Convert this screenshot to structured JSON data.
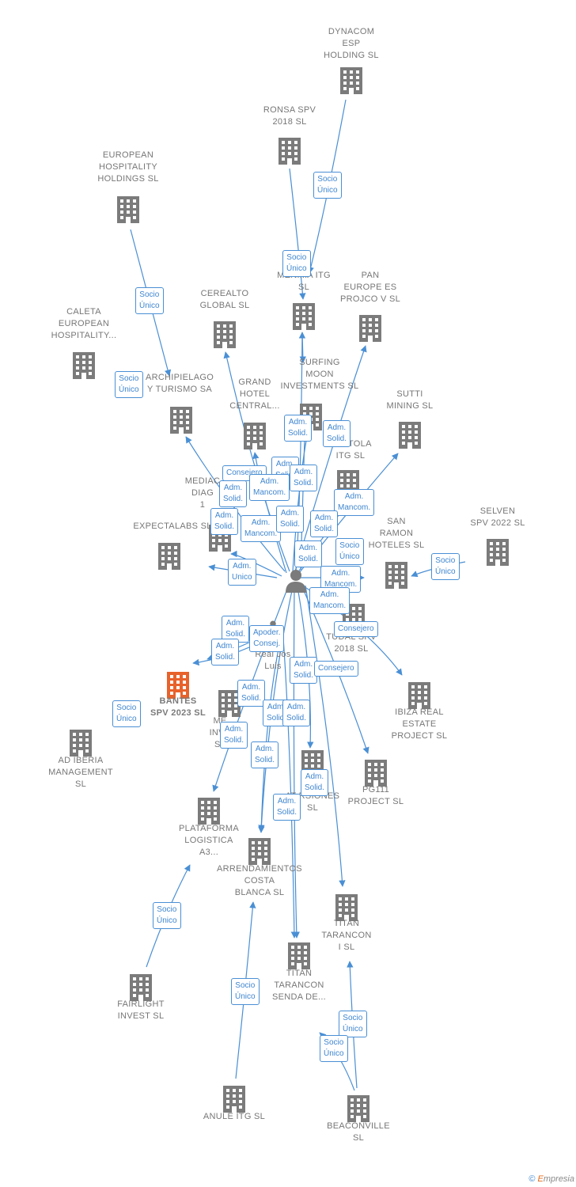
{
  "colors": {
    "edge": "#4a8fd4",
    "building": "#7b7b7b",
    "focus": "#e8622b",
    "text": "#777777"
  },
  "nodes": [
    {
      "id": "dynacom",
      "label": "DYNACOM ESP HOLDING  SL",
      "lines": [
        "DYNACOM",
        "ESP",
        "HOLDING  SL"
      ],
      "icon": "building-icon"
    },
    {
      "id": "ronsa",
      "label": "RONSA SPV 2018  SL",
      "lines": [
        "RONSA SPV",
        "2018  SL"
      ],
      "icon": "building-icon"
    },
    {
      "id": "european",
      "label": "EUROPEAN HOSPITALITY HOLDINGS  SL",
      "lines": [
        "EUROPEAN",
        "HOSPITALITY",
        "HOLDINGS  SL"
      ],
      "icon": "building-icon"
    },
    {
      "id": "menima",
      "label": "MENIMA ITG SL",
      "lines": [
        "MENIMA ITG",
        "SL"
      ],
      "icon": "building-icon"
    },
    {
      "id": "pan",
      "label": "PAN EUROPE ES PROJCO V SL",
      "lines": [
        "PAN",
        "EUROPE ES",
        "PROJCO V SL"
      ],
      "icon": "building-icon"
    },
    {
      "id": "caleta",
      "label": "CALETA EUROPEAN HOSPITALITY...",
      "lines": [
        "CALETA",
        "EUROPEAN",
        "HOSPITALITY..."
      ],
      "icon": "building-icon"
    },
    {
      "id": "cerealto",
      "label": "CEREALTO GLOBAL  SL",
      "lines": [
        "CEREALTO",
        "GLOBAL  SL"
      ],
      "icon": "building-icon"
    },
    {
      "id": "archipielago",
      "label": "ARCHIPIELAGO Y TURISMO SA",
      "lines": [
        "ARCHIPIELAGO",
        "Y TURISMO SA"
      ],
      "icon": "building-icon"
    },
    {
      "id": "grand",
      "label": "GRAND HOTEL CENTRAL...",
      "lines": [
        "GRAND",
        "HOTEL",
        "CENTRAL..."
      ],
      "icon": "building-icon"
    },
    {
      "id": "surfing",
      "label": "SURFING MOON INVESTMENTS SL",
      "lines": [
        "SURFING",
        "MOON",
        "INVESTMENTS SL"
      ],
      "icon": "building-icon"
    },
    {
      "id": "sutti",
      "label": "SUTTI MINING SL",
      "lines": [
        "SUTTI",
        "MINING SL"
      ],
      "icon": "building-icon"
    },
    {
      "id": "tortola",
      "label": "TORTOLA ITG  SL",
      "lines": [
        "TORTOLA",
        "ITG  SL"
      ],
      "icon": "building-icon"
    },
    {
      "id": "mediac",
      "label": "MEDIAC DIAG 1",
      "lines": [
        "MEDIAC",
        "DIAG",
        "1"
      ],
      "icon": "building-icon"
    },
    {
      "id": "expectalabs",
      "label": "EXPECTALABS SL",
      "lines": [
        "EXPECTALABS SL"
      ],
      "icon": "building-icon"
    },
    {
      "id": "sanramon",
      "label": "SAN RAMON HOTELES SL",
      "lines": [
        "SAN",
        "RAMON",
        "HOTELES SL"
      ],
      "icon": "building-icon"
    },
    {
      "id": "selven",
      "label": "SELVEN SPV 2022  SL",
      "lines": [
        "SELVEN",
        "SPV 2022  SL"
      ],
      "icon": "building-icon"
    },
    {
      "id": "tudal",
      "label": "TUDAL SPV 2018  SL",
      "lines": [
        "TUDAL SPV",
        "2018  SL"
      ],
      "icon": "building-icon"
    },
    {
      "id": "ibiza",
      "label": "IBIZA REAL ESTATE PROJECT  SL",
      "lines": [
        "IBIZA REAL",
        "ESTATE",
        "PROJECT  SL"
      ],
      "icon": "building-icon"
    },
    {
      "id": "bantes",
      "label": "BANTES SPV 2023  SL",
      "lines": [
        "BANTES",
        "SPV 2023  SL"
      ],
      "icon": "building-icon",
      "focus": true
    },
    {
      "id": "meinve",
      "label": "ME INVE SL",
      "lines": [
        "ME",
        "INVE",
        "SL"
      ],
      "icon": "building-icon"
    },
    {
      "id": "adiberia",
      "label": "AD IBERIA MANAGEMENT SL",
      "lines": [
        "AD IBERIA",
        "MANAGEMENT",
        "SL"
      ],
      "icon": "building-icon"
    },
    {
      "id": "pg111",
      "label": "PG111 PROJECT  SL",
      "lines": [
        "PG111",
        "PROJECT  SL"
      ],
      "icon": "building-icon"
    },
    {
      "id": "inversiones",
      "label": "ATINVERSIONES SL",
      "lines": [
        "AT     RSIONES",
        "SL"
      ],
      "icon": "building-icon"
    },
    {
      "id": "plataforma",
      "label": "PLATAFORMA LOGISTICA A3...",
      "lines": [
        "PLATAFORMA",
        "LOGISTICA",
        "A3..."
      ],
      "icon": "building-icon"
    },
    {
      "id": "arrendamientos",
      "label": "ARRENDAMIENTOS COSTA BLANCA SL",
      "lines": [
        "ARRENDAMIENTOS",
        "COSTA",
        "BLANCA SL"
      ],
      "icon": "building-icon"
    },
    {
      "id": "titani",
      "label": "TITAN TARANCON I  SL",
      "lines": [
        "TITAN",
        "TARANCON",
        "I  SL"
      ],
      "icon": "building-icon"
    },
    {
      "id": "titansenda",
      "label": "TITAN TARANCON SENDA DE...",
      "lines": [
        "TITAN",
        "TARANCON",
        "SENDA DE..."
      ],
      "icon": "building-icon"
    },
    {
      "id": "fairlight",
      "label": "FAIRLIGHT INVEST  SL",
      "lines": [
        "FAIRLIGHT",
        "INVEST  SL"
      ],
      "icon": "building-icon"
    },
    {
      "id": "anule",
      "label": "ANULE ITG  SL",
      "lines": [
        "ANULE ITG  SL"
      ],
      "icon": "building-icon"
    },
    {
      "id": "beaconville",
      "label": "BEACONVILLE SL",
      "lines": [
        "BEACONVILLE",
        "SL"
      ],
      "icon": "building-icon"
    }
  ],
  "persons": [
    {
      "id": "p1",
      "label": "",
      "icon": "person-icon"
    },
    {
      "id": "p2",
      "label": "Real José Luis",
      "lines": [
        "Real Jos",
        "Luis"
      ],
      "icon": "person-icon"
    }
  ],
  "edge_labels": [
    {
      "id": "l_dynacom",
      "lines": [
        "Socio",
        "Único"
      ]
    },
    {
      "id": "l_ronsa",
      "lines": [
        "Socio",
        "Único"
      ]
    },
    {
      "id": "l_european",
      "lines": [
        "Socio",
        "Único"
      ]
    },
    {
      "id": "l_caleta",
      "lines": [
        "Socio",
        "Único"
      ]
    },
    {
      "id": "l_surf1",
      "lines": [
        "Adm.",
        "Solid."
      ]
    },
    {
      "id": "l_surf2",
      "lines": [
        "Adm.",
        "Solid."
      ]
    },
    {
      "id": "l_cons1",
      "lines": [
        "Consejero"
      ]
    },
    {
      "id": "l_a1",
      "lines": [
        "Adm.",
        "Solid."
      ]
    },
    {
      "id": "l_a2",
      "lines": [
        "Adm.",
        "Solid."
      ]
    },
    {
      "id": "l_a3",
      "lines": [
        "Adm.",
        "Solid."
      ]
    },
    {
      "id": "l_m1",
      "lines": [
        "Adm.",
        "Mancom."
      ]
    },
    {
      "id": "l_m2",
      "lines": [
        "Adm.",
        "Mancom."
      ]
    },
    {
      "id": "l_a4",
      "lines": [
        "Adm.",
        "Solid."
      ]
    },
    {
      "id": "l_m3",
      "lines": [
        "Adm.",
        "Mancom."
      ]
    },
    {
      "id": "l_a5",
      "lines": [
        "Adm.",
        "Solid."
      ]
    },
    {
      "id": "l_a6",
      "lines": [
        "Adm.",
        "Solid."
      ]
    },
    {
      "id": "l_u1",
      "lines": [
        "Adm.",
        "Unico"
      ]
    },
    {
      "id": "l_a7",
      "lines": [
        "Adm.",
        "Solid."
      ]
    },
    {
      "id": "l_su1",
      "lines": [
        "Socio",
        "Único"
      ]
    },
    {
      "id": "l_selven",
      "lines": [
        "Socio",
        "Único"
      ]
    },
    {
      "id": "l_m4",
      "lines": [
        "Adm.",
        "Mancom."
      ]
    },
    {
      "id": "l_m5",
      "lines": [
        "Adm.",
        "Mancom."
      ]
    },
    {
      "id": "l_cons2",
      "lines": [
        "Consejero"
      ]
    },
    {
      "id": "l_a8",
      "lines": [
        "Adm.",
        "Solid."
      ]
    },
    {
      "id": "l_apod",
      "lines": [
        "Apoder.",
        "Consej."
      ]
    },
    {
      "id": "l_a9",
      "lines": [
        "Adm.",
        "Solid."
      ]
    },
    {
      "id": "l_a10",
      "lines": [
        "Adm.",
        "Solid."
      ]
    },
    {
      "id": "l_cons3",
      "lines": [
        "Consejero"
      ]
    },
    {
      "id": "l_bantes",
      "lines": [
        "Socio",
        "Único"
      ]
    },
    {
      "id": "l_a11",
      "lines": [
        "Adm.",
        "Solid."
      ]
    },
    {
      "id": "l_a12",
      "lines": [
        "Adm.",
        "Solid."
      ]
    },
    {
      "id": "l_a13",
      "lines": [
        "Adm.",
        "Solid."
      ]
    },
    {
      "id": "l_a14",
      "lines": [
        "Adm.",
        "Solid."
      ]
    },
    {
      "id": "l_a15",
      "lines": [
        "Adm.",
        "Solid."
      ]
    },
    {
      "id": "l_a16",
      "lines": [
        "Adm.",
        "Solid."
      ]
    },
    {
      "id": "l_a17",
      "lines": [
        "Adm.",
        "Solid."
      ]
    },
    {
      "id": "l_fair",
      "lines": [
        "Socio",
        "Único"
      ]
    },
    {
      "id": "l_anule",
      "lines": [
        "Socio",
        "Único"
      ]
    },
    {
      "id": "l_beac1",
      "lines": [
        "Socio",
        "Único"
      ]
    },
    {
      "id": "l_beac2",
      "lines": [
        "Socio",
        "Único"
      ]
    }
  ],
  "footer": {
    "copyright": "©",
    "brand_e": "E",
    "brand_rest": "mpresia"
  }
}
